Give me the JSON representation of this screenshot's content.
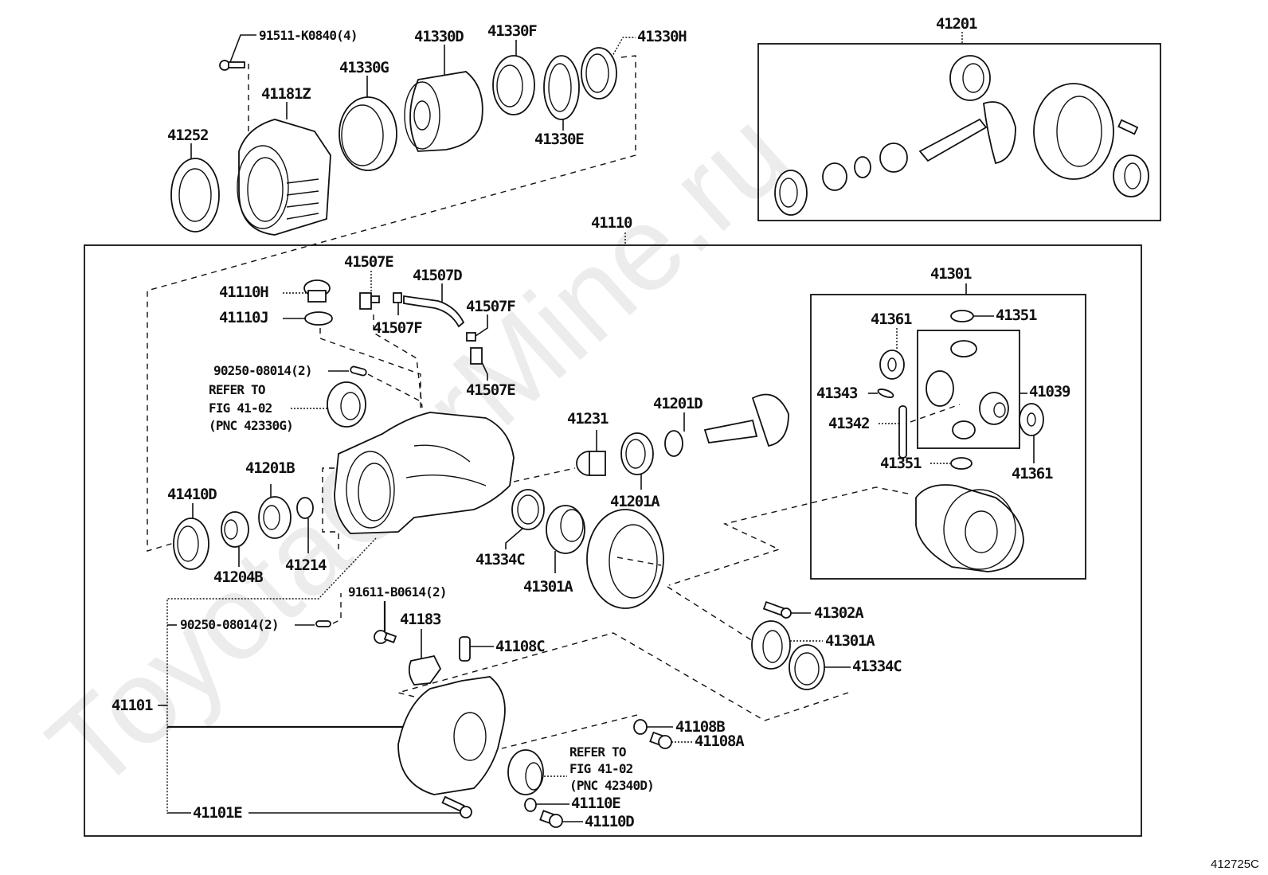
{
  "figure": {
    "id": "412725C",
    "watermark": "ToyotaCarMine.ru"
  },
  "groups": {
    "main_housing": "41110",
    "pinion_kit": "41201",
    "differential_case": "41301",
    "diff_pinion_set": "41039",
    "rear_cover": "41101"
  },
  "top_parts": {
    "bolt": "91511-K0840(4)",
    "oil_seal": "41252",
    "retainer": "41181Z",
    "bearing_g": "41330G",
    "coupling": "41330D",
    "bearing_f": "41330F",
    "spacer_e": "41330E",
    "seal_h": "41330H"
  },
  "housing_parts": {
    "plug_h": "41110H",
    "gasket_j": "41110J",
    "breather_e_top": "41507E",
    "hose_d": "41507D",
    "clip_f_left": "41507F",
    "clip_f_right": "41507F",
    "breather_e_bottom": "41507E",
    "pin_upper": "90250-08014(2)",
    "refer_upper": [
      "REFER TO",
      "FIG 41-02",
      "(PNC 42330G)"
    ],
    "seal_d": "41410D",
    "nut_b": "41204B",
    "bearing_b": "41201B",
    "spacer_41214": "41214",
    "shim_c_left": "41334C",
    "bearing_a_left": "41301A",
    "spacer_41231": "41231",
    "bearing_41201a": "41201A",
    "washer_41201d": "41201D",
    "bolt_b0614": "91611-B0614(2)",
    "pin_lower": "90250-08014(2)",
    "plate_41183": "41183",
    "plug_41108c": "41108C",
    "bolt_41302a": "41302A",
    "bearing_a_right": "41301A",
    "shim_c_right": "41334C",
    "gasket_41108b": "41108B",
    "plug_41108a": "41108A",
    "refer_lower": [
      "REFER TO",
      "FIG 41-02",
      "(PNC 42340D)"
    ],
    "gasket_41110e": "41110E",
    "plug_41110d": "41110D",
    "bolt_41101e": "41101E"
  },
  "diff_parts": {
    "washer_top": "41361",
    "pinion_washer_top": "41351",
    "pin_41343": "41343",
    "shaft_41342": "41342",
    "pinion_washer_bottom": "41351",
    "washer_bottom": "41361"
  }
}
